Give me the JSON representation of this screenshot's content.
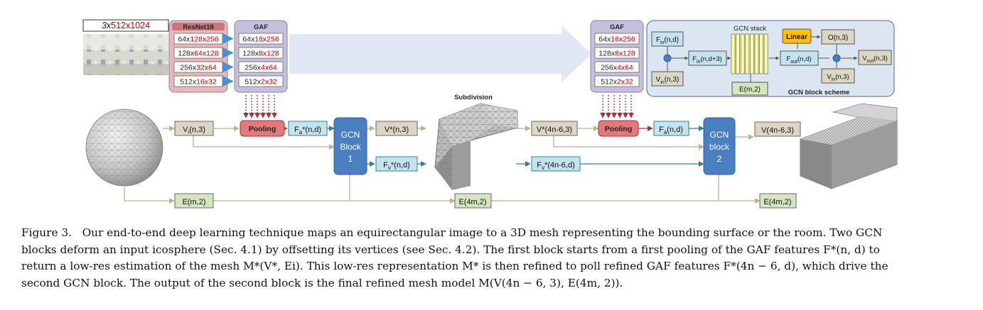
{
  "input": {
    "dims_prefix": "3x",
    "dims_rest": "512x1024"
  },
  "resnet": {
    "title": "ResNet18",
    "rows": [
      {
        "a": "64x",
        "b": "128x256"
      },
      {
        "a": "128x",
        "b": "64x128"
      },
      {
        "a": "256x",
        "b": "32x64"
      },
      {
        "a": "512x",
        "b": "16x32"
      }
    ]
  },
  "gaf": {
    "title": "GAF",
    "rows": [
      {
        "a": "64x",
        "b": "16x256"
      },
      {
        "a": "128x",
        "b": "8x128"
      },
      {
        "a": "256x",
        "b": "4x64"
      },
      {
        "a": "512x",
        "b": "2x32"
      }
    ]
  },
  "gaf2": {
    "title": "GAF",
    "rows": [
      {
        "a": "64x",
        "b": "16x256"
      },
      {
        "a": "128x",
        "b": "8x128"
      },
      {
        "a": "256x",
        "b": "4x64"
      },
      {
        "a": "512x",
        "b": "2x32"
      }
    ]
  },
  "nodes": {
    "vi": {
      "main": "V",
      "sub": "i",
      "rest": "(n,3)"
    },
    "pooling1": "Pooling",
    "fa1": {
      "main": "F",
      "sub": "a",
      "rest": "*(n,d)"
    },
    "gcn1": [
      "GCN",
      "Block",
      "1"
    ],
    "vstar": "V*(n,3)",
    "fvstar": {
      "main": "F",
      "sub": "v",
      "rest": "*(n,d)"
    },
    "e1": "E(m,2)",
    "subdivision": "Subdivision",
    "e4m_mid": "E(4m,2)",
    "vstar4n": "V*(4n-6,3)",
    "fv4n": {
      "main": "F",
      "sub": "v",
      "rest": "*(4n-6,d)"
    },
    "pooling2": "Pooling",
    "fa2": {
      "main": "F",
      "sub": "a",
      "rest": "(n,d)"
    },
    "gcn2": [
      "GCN",
      "block",
      "2"
    ],
    "vout_final": "V(4n-6,3)",
    "e4m_final": "E(4m,2)"
  },
  "scheme": {
    "stack_title": "GCN stack",
    "fin": {
      "main": "F",
      "sub": "in",
      "rest": "(n,d)"
    },
    "vin_left": {
      "main": "V",
      "sub": "in",
      "rest": "(n,3)"
    },
    "fin_d3": {
      "main": "F",
      "sub": "in",
      "rest": "(n,d+3)"
    },
    "e": "E(m,2)",
    "linear": "Linear",
    "o": "O(n,3)",
    "fout": {
      "main": "F",
      "sub": "out",
      "rest": "(n,d)"
    },
    "vout": {
      "main": "V",
      "sub": "out",
      "rest": "(n,3)"
    },
    "vin_right": {
      "main": "V",
      "sub": "in",
      "rest": "(n,3)"
    },
    "caption": "GCN block scheme"
  },
  "caption": {
    "label": "Figure 3.",
    "lines": [
      "Our end-to-end deep learning technique maps an equirectangular image to a 3D mesh representing the bounding surface or the room. Two GCN",
      "blocks deform an input icosphere (Sec. 4.1) by offsetting its vertices (see Sec. 4.2). The first block starts from a first pooling of the GAF features F*(n, d) to",
      "return a low-res estimation of the mesh M*(V*, Ei). This low-res representation M* is then refined to poll refined GAF features F*(4n − 6, d), which drive the",
      "second GCN block. The output of the second block is the final refined mesh model M(V(4n − 6, 3), E(4m, 2))."
    ]
  },
  "colors": {
    "resnet_fill": "#e6b9b8",
    "resnet_header": "#c9777a",
    "gaf_fill": "#c6c0dc",
    "pooling": "#e07a7d",
    "feature": "#c5e3ee",
    "vertex": "#dcd7c4",
    "edge": "#d5e6bf",
    "gcn_block": "#4a7fc1",
    "scheme_bg": "#dce6f2",
    "linear": "#ffc000",
    "stack_fill": "#ffff99",
    "red_text": "#c00000"
  }
}
